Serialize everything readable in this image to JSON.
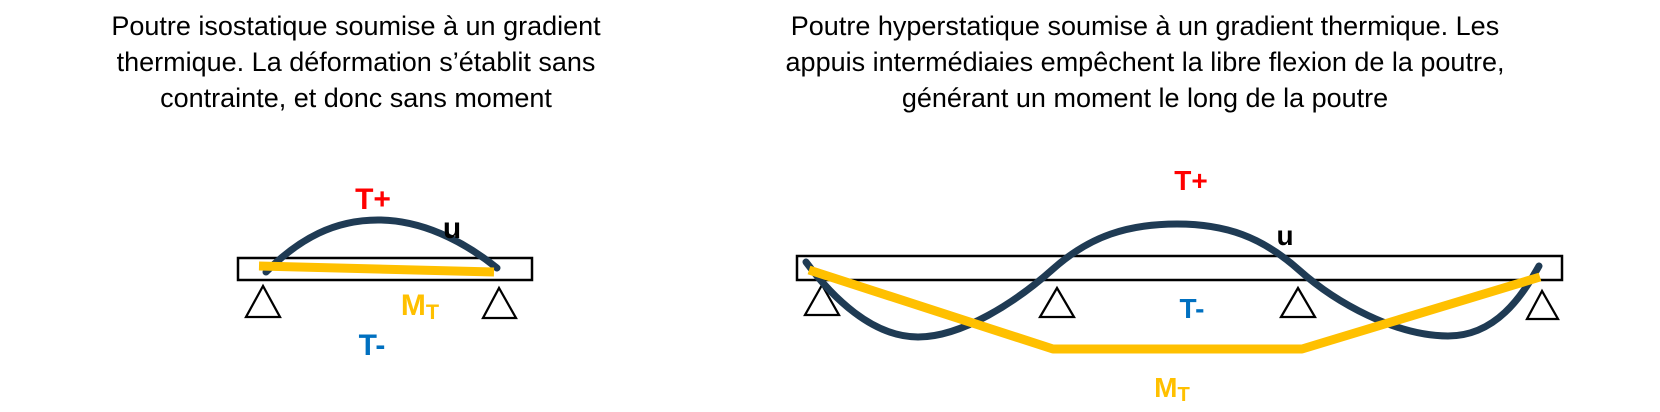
{
  "page": {
    "background": "#FFFFFF"
  },
  "colors": {
    "caption_text": "#000000",
    "temperature_hot": "#FF0000",
    "temperature_cold": "#0070C0",
    "thermal_moment": "#FFC000",
    "deflection_curve": "#1F3B54",
    "beam_outline": "#000000"
  },
  "left_panel": {
    "caption_lines": [
      "Poutre isostatique soumise à un gradient",
      "thermique. La déformation s’établit sans",
      "contrainte, et donc sans moment"
    ],
    "labels": {
      "t_plus": "T+",
      "u": "u",
      "m_main": "M",
      "m_sub": "T",
      "t_minus": "T-"
    },
    "supports_count": 2
  },
  "right_panel": {
    "caption_lines": [
      "Poutre hyperstatique soumise à un gradient thermique. Les",
      "appuis intermédiaies empêchent la libre flexion de la poutre,",
      "générant un moment le long de la poutre"
    ],
    "labels": {
      "t_plus": "T+",
      "u": "u",
      "m_main": "M",
      "m_sub": "T",
      "t_minus": "T-"
    },
    "supports_count": 4
  }
}
